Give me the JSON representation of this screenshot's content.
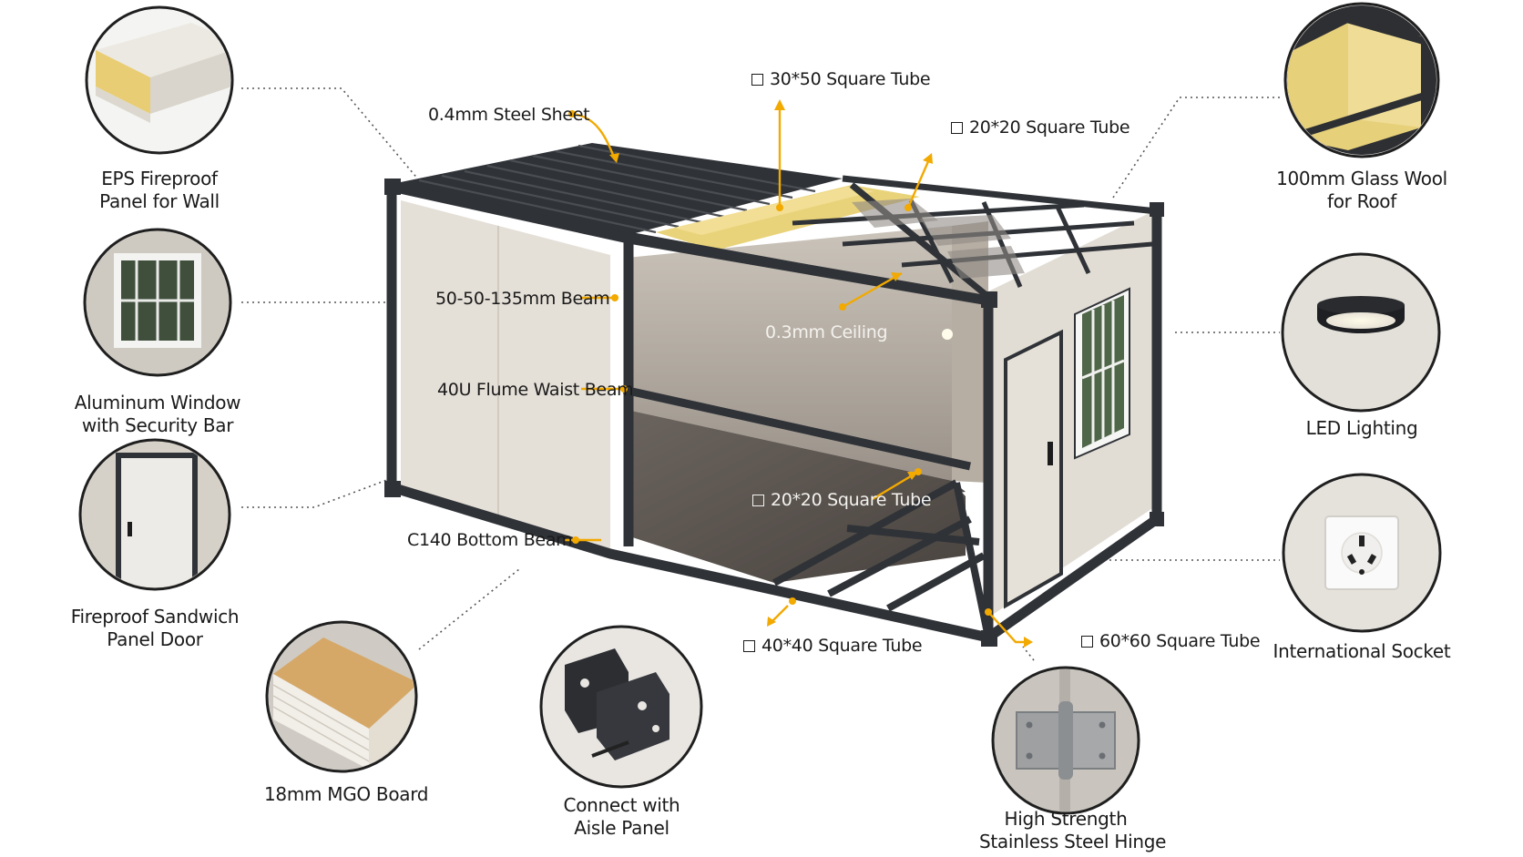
{
  "callouts": {
    "tube_30x50": "30*50 Square Tube",
    "steel_sheet": "0.4mm Steel Sheet",
    "tube_20x20_top": "20*20 Square Tube",
    "beam_50": "50-50-135mm Beam",
    "ceiling": "0.3mm Ceiling",
    "waist_beam": "40U Flume Waist Beam",
    "tube_20x20_floor": "20*20 Square Tube",
    "bottom_beam": "C140 Bottom Beam",
    "tube_40x40": "40*40 Square Tube",
    "tube_60x60": "60*60 Square Tube"
  },
  "features": {
    "eps_panel": [
      "EPS Fireproof",
      "Panel for Wall"
    ],
    "window": [
      "Aluminum Window",
      "with Security Bar"
    ],
    "door": [
      "Fireproof Sandwich",
      "Panel Door"
    ],
    "mgo": [
      "18mm MGO Board"
    ],
    "connect": [
      "Connect with",
      "Aisle Panel"
    ],
    "hinge": [
      "High Strength",
      "Stainless Steel Hinge"
    ],
    "glass_wool": [
      "100mm Glass Wool",
      "for Roof"
    ],
    "led": [
      "LED Lighting"
    ],
    "socket": [
      "International Socket"
    ]
  },
  "colors": {
    "accent": "#f2a900",
    "frame": "#2f3237",
    "panel": "#e4dfd7",
    "floor": "#5b5550",
    "insulation": "#e9d37a"
  }
}
